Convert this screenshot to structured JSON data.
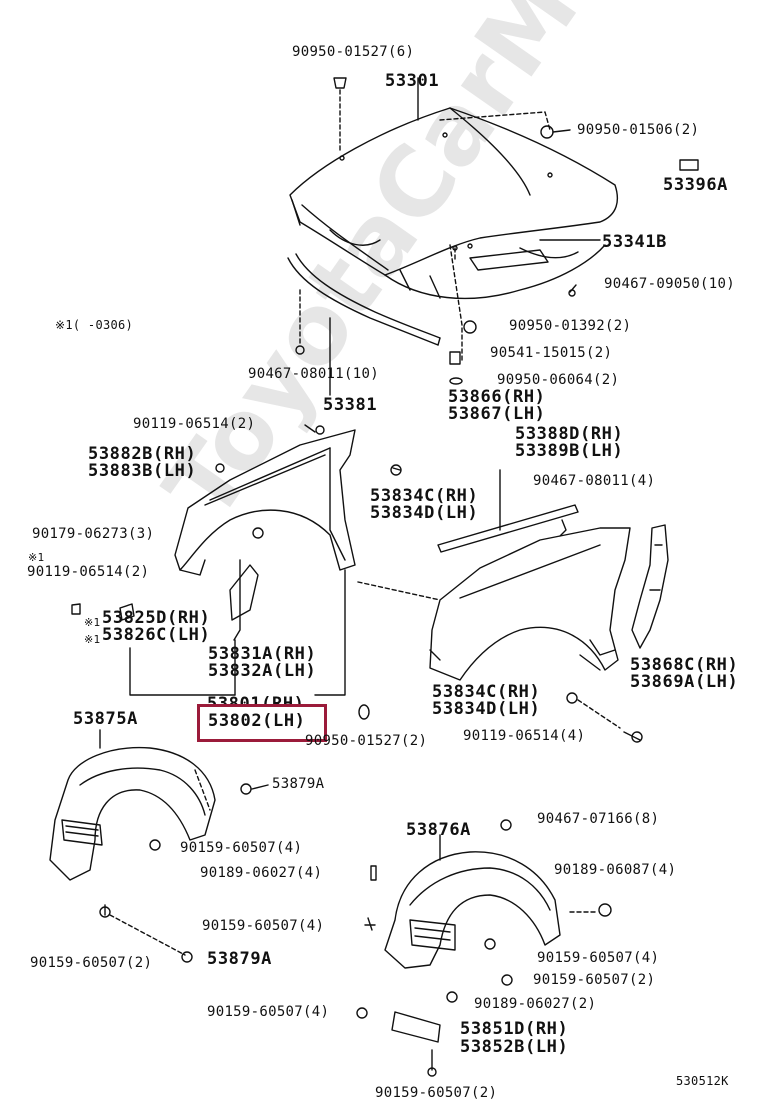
{
  "watermark": "ToyotaCarMt.ru",
  "note": "※1(    -0306)",
  "catalog_code": "530512K",
  "highlighted_part": "53802(LH)",
  "labels": {
    "p90950_01527_6": "90950-01527(6)",
    "p53301": "53301",
    "p90950_01506_2": "90950-01506(2)",
    "p53396a": "53396A",
    "p53341b": "53341B",
    "p90467_09050_10": "90467-09050(10)",
    "p90950_01392_2": "90950-01392(2)",
    "p90541_15015_2": "90541-15015(2)",
    "p90950_06064_2": "90950-06064(2)",
    "p90467_08011_10": "90467-08011(10)",
    "p53381": "53381",
    "p53866_rh": "53866(RH)",
    "p53867_lh": "53867(LH)",
    "p90119_06514_2_top": "90119-06514(2)",
    "p53882b_rh": "53882B(RH)",
    "p53883b_lh": "53883B(LH)",
    "p53388d_rh": "53388D(RH)",
    "p53389b_lh": "53389B(LH)",
    "p90467_08011_4": "90467-08011(4)",
    "p53834c_rh_a": "53834C(RH)",
    "p53834d_lh_a": "53834D(LH)",
    "p90179_06273_3": "90179-06273(3)",
    "p_note1_a": "※1",
    "p90119_06514_2_left": "90119-06514(2)",
    "p_note1_b": "※1",
    "p53825d_rh": "53825D(RH)",
    "p_note1_c": "※1",
    "p53826c_lh": "53826C(LH)",
    "p53831a_rh": "53831A(RH)",
    "p53832a_lh": "53832A(LH)",
    "p53868c_rh": "53868C(RH)",
    "p53869a_lh": "53869A(LH)",
    "p53834c_rh_b": "53834C(RH)",
    "p53834d_lh_b": "53834D(LH)",
    "p53801_rh": "53801(RH)",
    "p90950_01527_2": "90950-01527(2)",
    "p90119_06514_4": "90119-06514(4)",
    "p53875a": "53875A",
    "p53879a_top": "53879A",
    "p90159_60507_4_a": "90159-60507(4)",
    "p90467_07166_8": "90467-07166(8)",
    "p53876a": "53876A",
    "p90189_06027_4": "90189-06027(4)",
    "p90189_06087_4": "90189-06087(4)",
    "p90159_60507_4_b": "90159-60507(4)",
    "p90159_60507_4_c": "90159-60507(4)",
    "p90159_60507_2_a": "90159-60507(2)",
    "p53879a_bottom": "53879A",
    "p90159_60507_2_b": "90159-60507(2)",
    "p90189_06027_2": "90189-06027(2)",
    "p90159_60507_4_d": "90159-60507(4)",
    "p53851d_rh": "53851D(RH)",
    "p53852b_lh": "53852B(LH)",
    "p90159_60507_2_c": "90159-60507(2)"
  }
}
